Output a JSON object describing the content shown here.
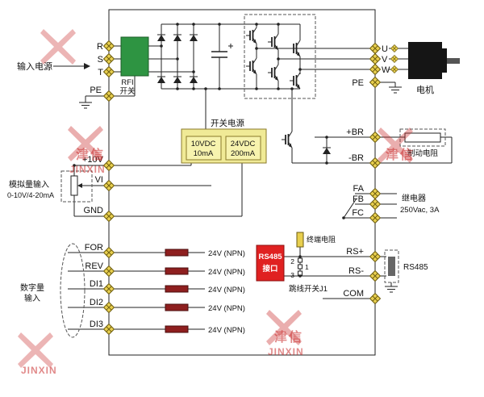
{
  "diagram": {
    "input_power": "输入电源",
    "rfi_switch_line1": "RFI",
    "rfi_switch_line2": "开关",
    "psu": {
      "title": "开关电源",
      "ch1_v": "10VDC",
      "ch1_a": "10mA",
      "ch2_v": "24VDC",
      "ch2_a": "200mA"
    },
    "motor": "电机",
    "brake_resistor": "制动电阻",
    "analog_line1": "模拟量输入",
    "analog_line2": "0-10V/4-20mA",
    "digital_line1": "数字量",
    "digital_line2": "输入",
    "npn_label": "24V (NPN)",
    "relay_name": "继电器",
    "relay_rating": "250Vac, 3A",
    "rs485_box_line1": "RS485",
    "rs485_box_line2": "接口",
    "terminal_resistor": "终端电阻",
    "jumper_label": "跳线开关J1",
    "jumper_pins": [
      "2",
      "1",
      "3"
    ],
    "rs485_port": "RS485",
    "terminals_left": [
      "R",
      "S",
      "T",
      "PE",
      "+10V",
      "VI",
      "GND",
      "FOR",
      "REV",
      "DI1",
      "DI2",
      "DI3"
    ],
    "terminals_right": [
      "U",
      "V",
      "W",
      "PE",
      "+BR",
      "-BR",
      "FA",
      "FB",
      "FC",
      "RS+",
      "RS-",
      "COM"
    ],
    "watermark": {
      "cn": "津信",
      "en": "JINXIN"
    },
    "colors": {
      "rfi_green": "#2e9442",
      "psu_yellow": "#f0ea96",
      "rs485_red": "#e02121",
      "resistor_maroon": "#8e1f1f",
      "terminal_gold": "#e8cf4e",
      "watermark_red": "#c92a2a"
    }
  }
}
